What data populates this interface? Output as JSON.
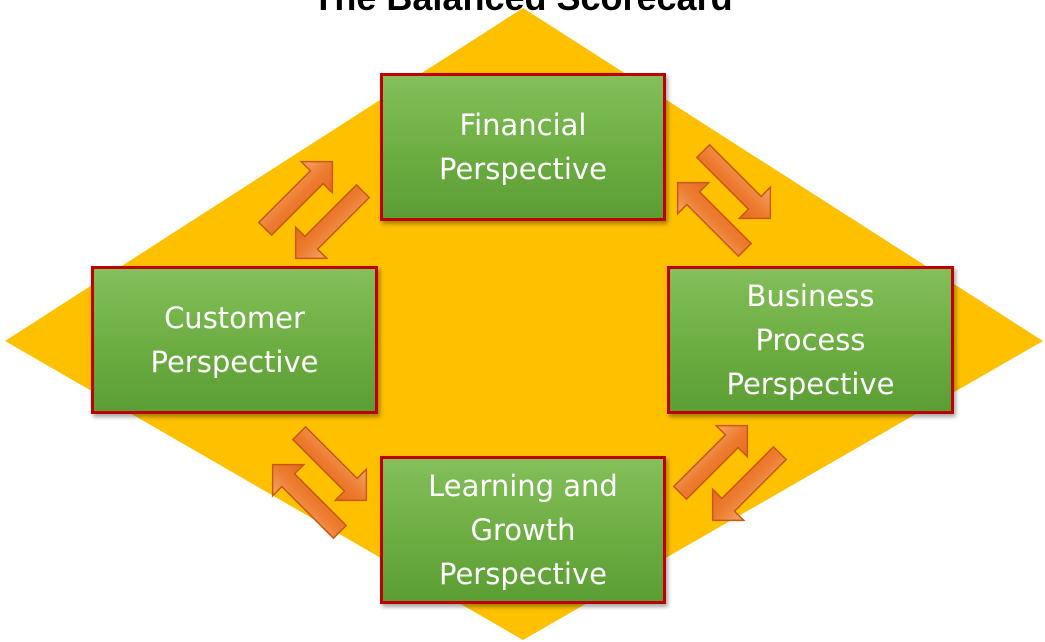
{
  "title": "The Balanced Scorecard",
  "colors": {
    "diamond": "#ffc000",
    "box_fill": "#70ad47",
    "box_border": "#c00000",
    "arrow_fill": "#ed7d31",
    "arrow_border": "#c55a11",
    "label": "#ffffff"
  },
  "nodes": {
    "financial": {
      "label": "Financial\nPerspective"
    },
    "customer": {
      "label": "Customer\nPerspective"
    },
    "business": {
      "label": "Business\nProcess\nPerspective"
    },
    "learning": {
      "label": "Learning and\nGrowth\nPerspective"
    }
  },
  "connections": [
    {
      "from": "customer",
      "to": "financial"
    },
    {
      "from": "financial",
      "to": "customer"
    },
    {
      "from": "financial",
      "to": "business"
    },
    {
      "from": "business",
      "to": "financial"
    },
    {
      "from": "customer",
      "to": "learning"
    },
    {
      "from": "learning",
      "to": "customer"
    },
    {
      "from": "learning",
      "to": "business"
    },
    {
      "from": "business",
      "to": "learning"
    }
  ]
}
